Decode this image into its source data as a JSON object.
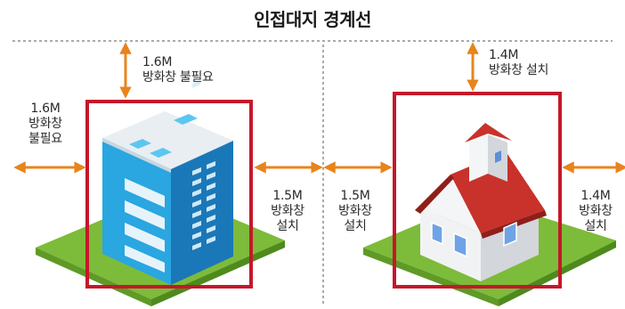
{
  "title": "인접대지 경계선",
  "left_lot": {
    "top_clearance": {
      "distance": "1.6M",
      "text": "방화창 불필요"
    },
    "left_clearance": {
      "distance": "1.6M",
      "line1": "방화창",
      "line2": "불필요"
    },
    "right_clearance": {
      "distance": "1.5M",
      "line1": "방화창",
      "line2": "설치"
    }
  },
  "right_lot": {
    "top_clearance": {
      "distance": "1.4M",
      "text": "방화창 설치"
    },
    "left_clearance": {
      "distance": "1.5M",
      "line1": "방화창",
      "line2": "설치"
    },
    "right_clearance": {
      "distance": "1.4M",
      "line1": "방화창",
      "line2": "설치"
    }
  },
  "colors": {
    "arrow": "#e8841c",
    "frame": "#c4182a",
    "grass": "#7dbb3a",
    "grass_dark": "#5f9a26",
    "building_blue": "#2aa6e0",
    "roof_red": "#c8322b"
  }
}
